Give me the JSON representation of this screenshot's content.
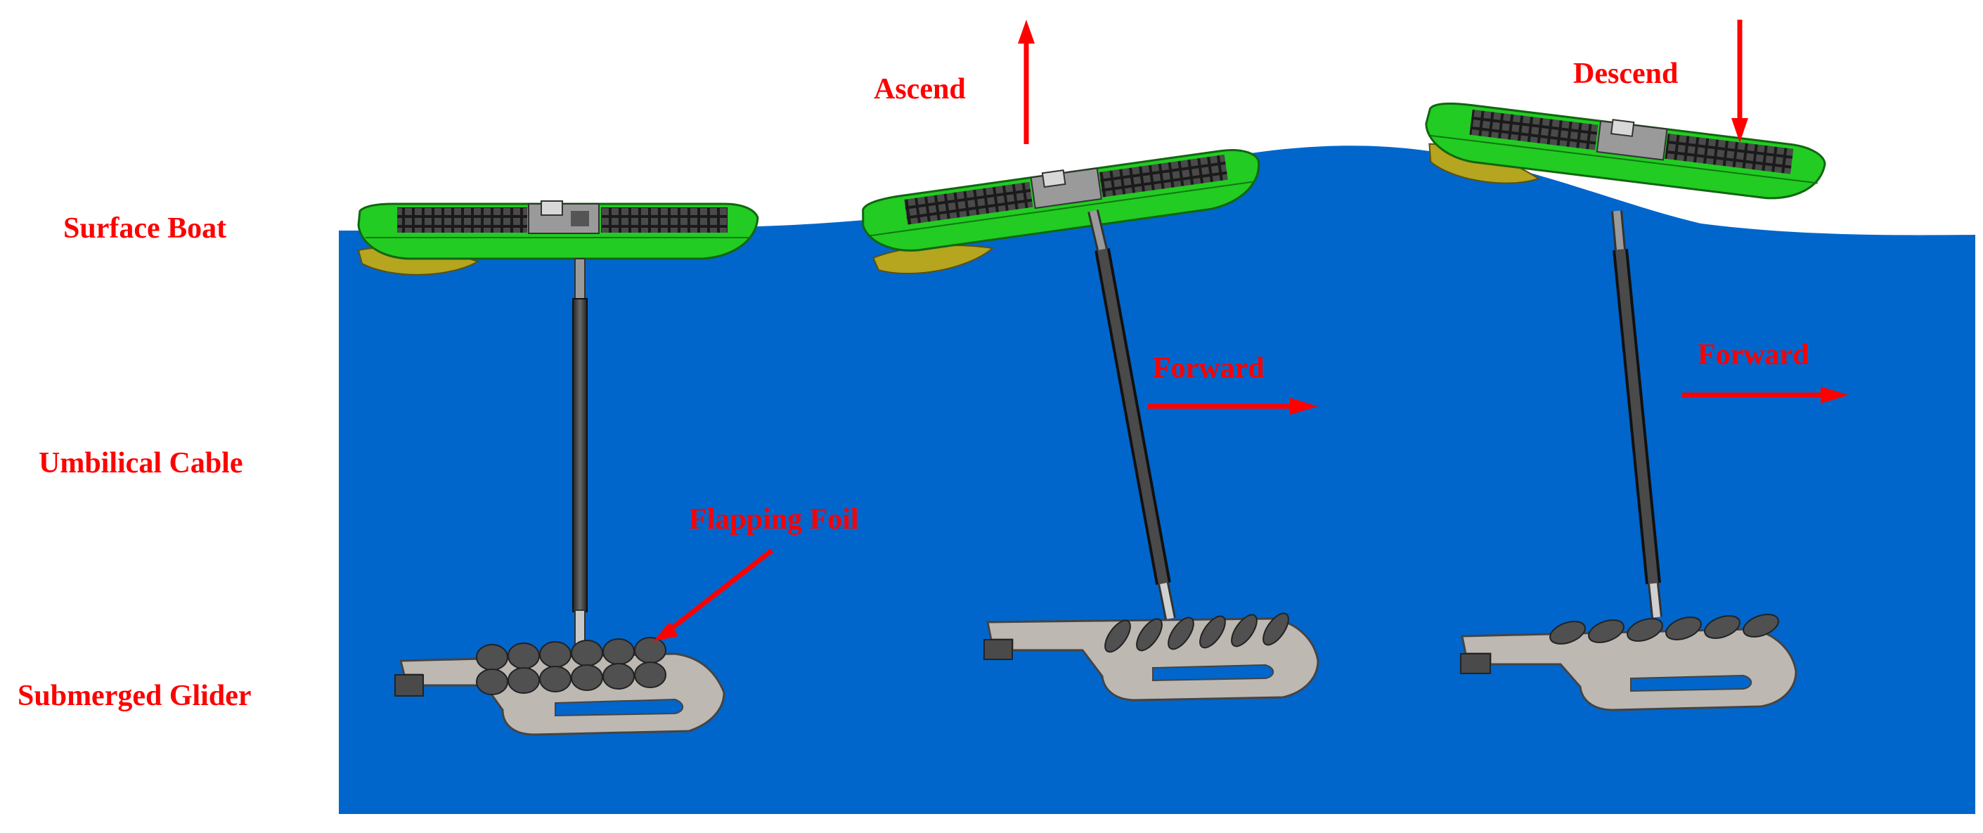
{
  "labels": {
    "surface_boat": "Surface Boat",
    "umbilical_cable": "Umbilical Cable",
    "submerged_glider": "Submerged Glider",
    "flapping_foil": "Flapping Foil",
    "ascend": "Ascend",
    "descend": "Descend",
    "forward_1": "Forward",
    "forward_2": "Forward"
  },
  "colors": {
    "water": "#0066cc",
    "boat_hull": "#22cc22",
    "rudder": "#b0a020",
    "glider": "#bdb8b2",
    "foil": "#505050",
    "cable": "#3a3a3a",
    "label": "#ff0000"
  },
  "icons": [
    "arrow-up-icon",
    "arrow-down-icon",
    "arrow-right-icon",
    "arrow-diagonal-icon"
  ]
}
